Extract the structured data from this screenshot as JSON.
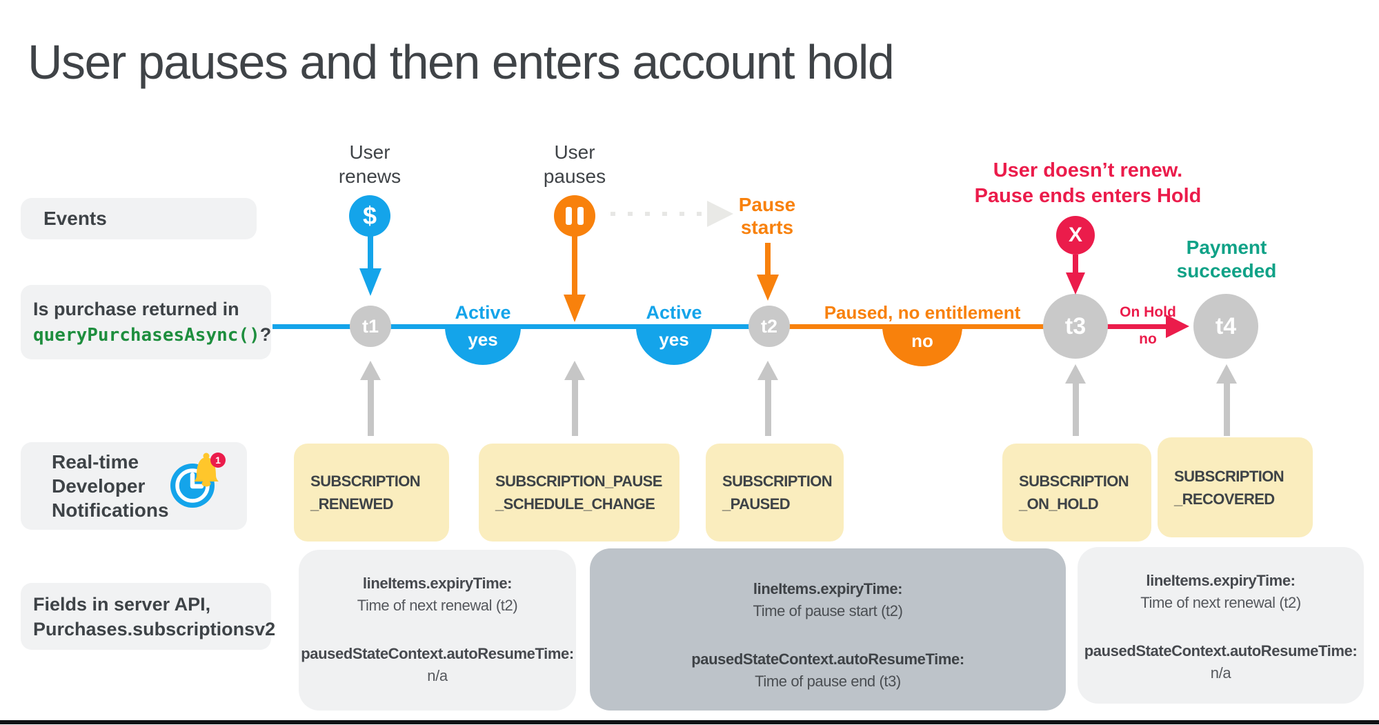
{
  "title": "User pauses and then enters account hold",
  "labels": {
    "events": "Events",
    "purchase_line1": "Is purchase returned in",
    "purchase_code": "queryPurchasesAsync()",
    "purchase_suffix": "?",
    "rtdn": {
      "line1": "Real-time",
      "line2": "Developer",
      "line3": "Notifications"
    },
    "fields": {
      "line1": "Fields in server API,",
      "line2": "Purchases.subscriptionsv2"
    }
  },
  "events": {
    "renew": {
      "line1": "User",
      "line2": "renews",
      "icon": "$"
    },
    "pause": {
      "line1": "User",
      "line2": "pauses"
    },
    "pause_starts": {
      "line1": "Pause",
      "line2": "starts"
    },
    "hold": {
      "line1": "User doesn’t renew.",
      "line2": "Pause ends enters Hold",
      "icon": "X"
    },
    "payment": {
      "line1": "Payment",
      "line2": "succeeded"
    }
  },
  "nodes": [
    "t1",
    "t2",
    "t3",
    "t4"
  ],
  "states": [
    {
      "label": "Active",
      "value": "yes"
    },
    {
      "label": "Active",
      "value": "yes"
    },
    {
      "label": "Paused, no entitlement",
      "value": "no"
    },
    {
      "label": "On Hold",
      "value": "no"
    }
  ],
  "rtdn_boxes": [
    {
      "line1": "SUBSCRIPTION",
      "line2": "_RENEWED"
    },
    {
      "line1": "SUBSCRIPTION_PAUSE",
      "line2": "_SCHEDULE_CHANGE"
    },
    {
      "line1": "SUBSCRIPTION",
      "line2": "_PAUSED"
    },
    {
      "line1": "SUBSCRIPTION",
      "line2": "_ON_HOLD"
    },
    {
      "line1": "SUBSCRIPTION",
      "line2": "_RECOVERED"
    }
  ],
  "api_boxes": [
    {
      "field1": "lineItems.expiryTime:",
      "value1": "Time of next renewal (t2)",
      "field2": "pausedStateContext.autoResumeTime:",
      "value2": "n/a"
    },
    {
      "field1": "lineItems.expiryTime:",
      "value1": "Time of pause start (t2)",
      "field2": "pausedStateContext.autoResumeTime:",
      "value2": "Time of pause end (t3)"
    },
    {
      "field1": "lineItems.expiryTime:",
      "value1": "Time of next renewal (t2)",
      "field2": "pausedStateContext.autoResumeTime:",
      "value2": "n/a"
    }
  ],
  "notification_badge": "1",
  "colors": {
    "blue": "#14A4EA",
    "orange": "#F8810C",
    "red": "#EB1C4B",
    "teal": "#10A287",
    "code_green": "#1E8E3E",
    "yellow_box": "#FAEDBE",
    "node_gray": "#C9C9C9",
    "label_gray": "#F1F2F3",
    "highlight_gray": "#BDC3C9"
  }
}
